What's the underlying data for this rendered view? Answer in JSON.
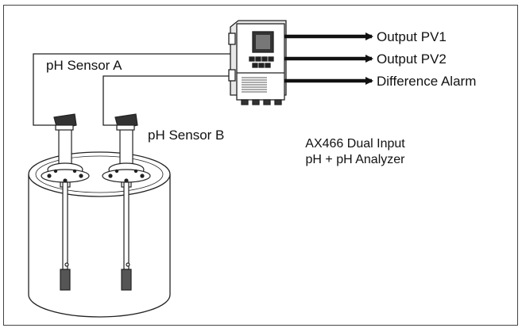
{
  "outputs": [
    {
      "label": "Output PV1"
    },
    {
      "label": "Output PV2"
    },
    {
      "label": "Difference Alarm"
    }
  ],
  "sensors": {
    "a_label": "pH Sensor A",
    "b_label": "pH Sensor B"
  },
  "analyzer": {
    "caption_line1": "AX466 Dual Input",
    "caption_line2": "pH + pH Analyzer"
  }
}
